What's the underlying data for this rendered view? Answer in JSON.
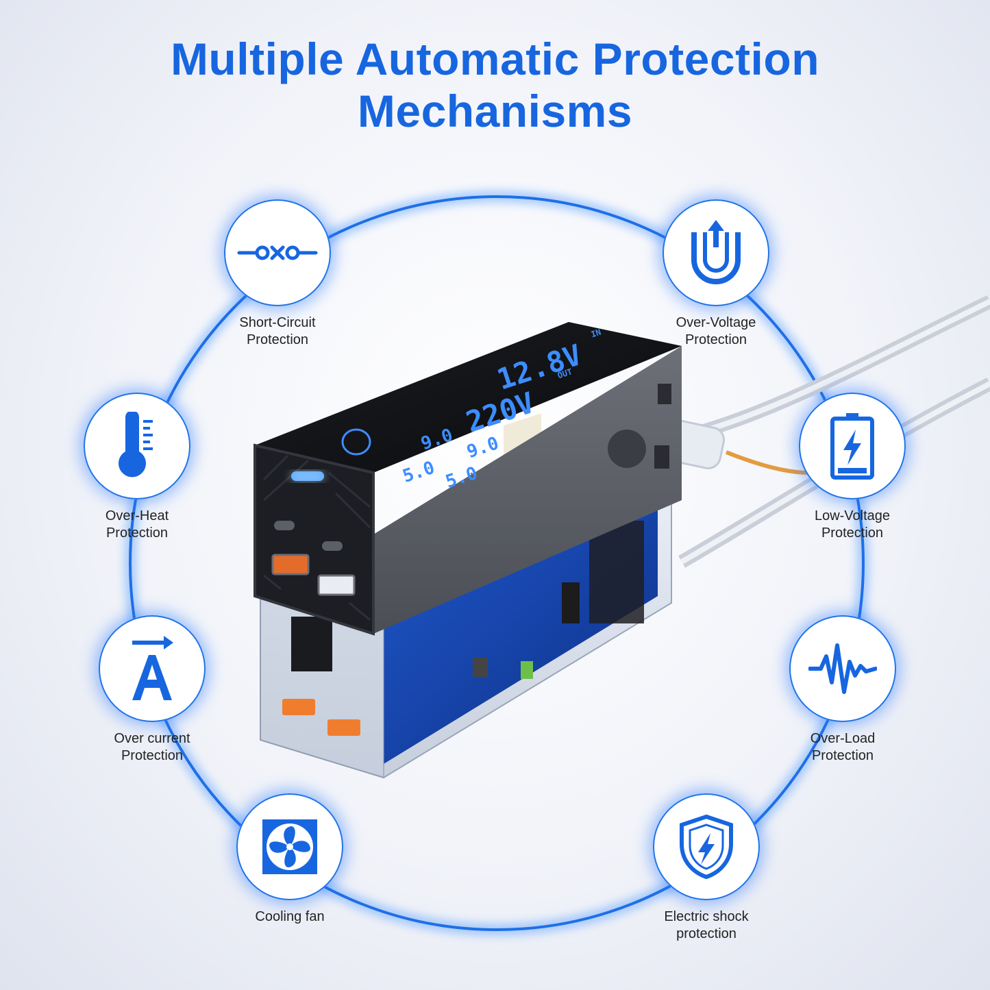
{
  "title": {
    "line1": "Multiple Automatic Protection",
    "line2": "Mechanisms"
  },
  "accent_color": "#1766e0",
  "features": [
    {
      "id": "short-circuit",
      "icon": "short-circuit-icon",
      "line1": "Short-Circuit",
      "line2": "Protection"
    },
    {
      "id": "over-voltage",
      "icon": "u-arrow-up-icon",
      "line1": "Over-Voltage",
      "line2": "Protection"
    },
    {
      "id": "over-heat",
      "icon": "thermometer-icon",
      "line1": "Over-Heat",
      "line2": "Protection"
    },
    {
      "id": "low-voltage",
      "icon": "battery-bolt-icon",
      "line1": "Low-Voltage",
      "line2": "Protection"
    },
    {
      "id": "over-current",
      "icon": "ampere-icon",
      "line1": "Over current",
      "line2": "Protection"
    },
    {
      "id": "over-load",
      "icon": "waveform-icon",
      "line1": "Over-Load",
      "line2": "Protection"
    },
    {
      "id": "cooling-fan",
      "icon": "fan-icon",
      "line1": "Cooling fan",
      "line2": ""
    },
    {
      "id": "electric-shock",
      "icon": "shield-bolt-icon",
      "line1": "Electric shock",
      "line2": "protection"
    }
  ],
  "display": {
    "input_voltage": "12.8V",
    "output_voltage": "220V",
    "usb1": "9.0",
    "usb2": "9.0",
    "usb3": "5.0",
    "usb4": "5.0",
    "in_label": "IN",
    "out_label": "OUT"
  }
}
